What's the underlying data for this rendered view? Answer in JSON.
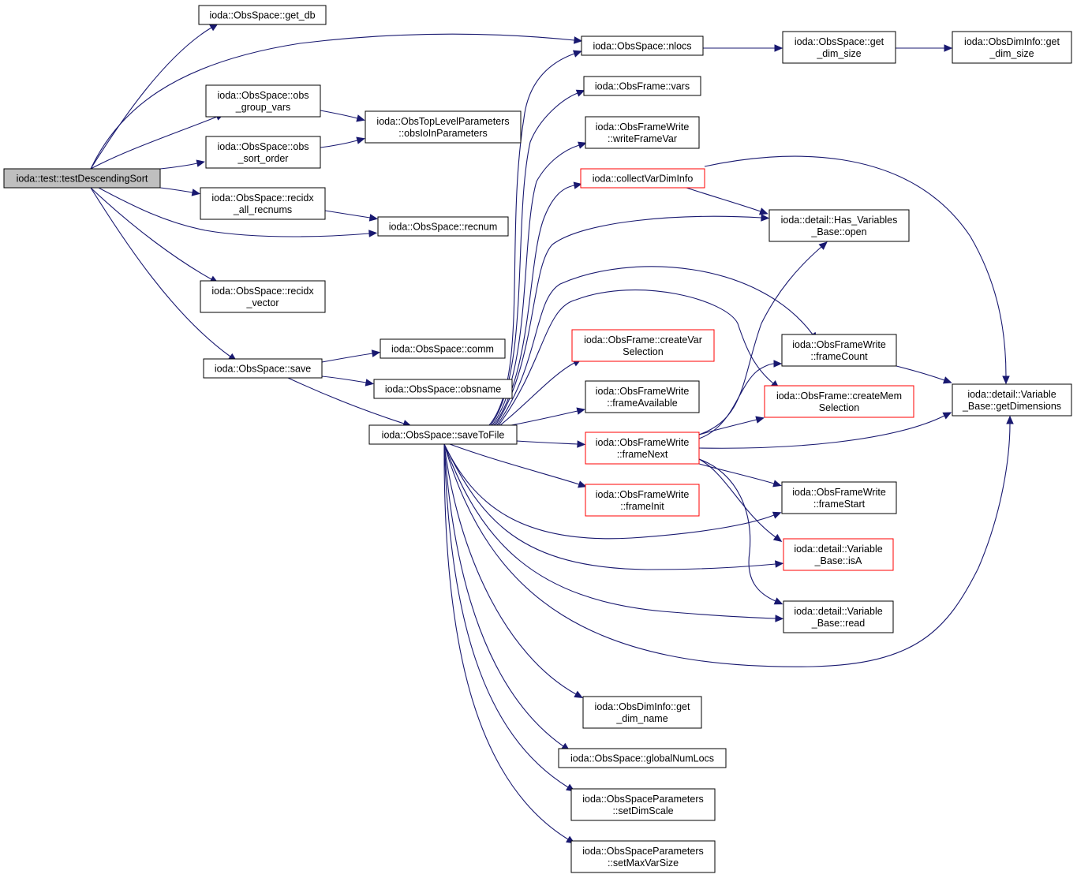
{
  "graph": {
    "title": "",
    "colors": {
      "edge": "#191970",
      "node_border": "#000000",
      "truncated_border": "#ff0000",
      "root_fill": "#bfbfbf"
    },
    "nodes": [
      {
        "id": "root",
        "lines": [
          "ioda::test::testDescendingSort"
        ],
        "root": true
      },
      {
        "id": "get_db",
        "lines": [
          "ioda::ObsSpace::get_db"
        ]
      },
      {
        "id": "nlocs",
        "lines": [
          "ioda::ObsSpace::nlocs"
        ]
      },
      {
        "id": "get_dim_size",
        "lines": [
          "ioda::ObsSpace::get",
          "_dim_size"
        ]
      },
      {
        "id": "dim_get_dim_size",
        "lines": [
          "ioda::ObsDimInfo::get",
          "_dim_size"
        ]
      },
      {
        "id": "obs_group_vars",
        "lines": [
          "ioda::ObsSpace::obs",
          "_group_vars"
        ]
      },
      {
        "id": "obsIoInParameters",
        "lines": [
          "ioda::ObsTopLevelParameters",
          "::obsIoInParameters"
        ]
      },
      {
        "id": "obs_sort_order",
        "lines": [
          "ioda::ObsSpace::obs",
          "_sort_order"
        ]
      },
      {
        "id": "recidx_all_recnums",
        "lines": [
          "ioda::ObsSpace::recidx",
          "_all_recnums"
        ]
      },
      {
        "id": "recnum",
        "lines": [
          "ioda::ObsSpace::recnum"
        ]
      },
      {
        "id": "recidx_vector",
        "lines": [
          "ioda::ObsSpace::recidx",
          "_vector"
        ]
      },
      {
        "id": "save",
        "lines": [
          "ioda::ObsSpace::save"
        ]
      },
      {
        "id": "comm",
        "lines": [
          "ioda::ObsSpace::comm"
        ]
      },
      {
        "id": "obsname",
        "lines": [
          "ioda::ObsSpace::obsname"
        ]
      },
      {
        "id": "saveToFile",
        "lines": [
          "ioda::ObsSpace::saveToFile"
        ]
      },
      {
        "id": "vars",
        "lines": [
          "ioda::ObsFrame::vars"
        ]
      },
      {
        "id": "writeFrameVar",
        "lines": [
          "ioda::ObsFrameWrite",
          "::writeFrameVar"
        ]
      },
      {
        "id": "collectVarDimInfo",
        "lines": [
          "ioda::collectVarDimInfo"
        ],
        "truncated": true
      },
      {
        "id": "open",
        "lines": [
          "ioda::detail::Has_Variables",
          "_Base::open"
        ]
      },
      {
        "id": "createVarSelection",
        "lines": [
          "ioda::ObsFrame::createVar",
          "Selection"
        ],
        "truncated": true
      },
      {
        "id": "frameCount",
        "lines": [
          "ioda::ObsFrameWrite",
          "::frameCount"
        ]
      },
      {
        "id": "frameAvailable",
        "lines": [
          "ioda::ObsFrameWrite",
          "::frameAvailable"
        ]
      },
      {
        "id": "createMemSelection",
        "lines": [
          "ioda::ObsFrame::createMem",
          "Selection"
        ],
        "truncated": true
      },
      {
        "id": "getDimensions",
        "lines": [
          "ioda::detail::Variable",
          "_Base::getDimensions"
        ]
      },
      {
        "id": "frameNext",
        "lines": [
          "ioda::ObsFrameWrite",
          "::frameNext"
        ],
        "truncated": true
      },
      {
        "id": "frameInit",
        "lines": [
          "ioda::ObsFrameWrite",
          "::frameInit"
        ],
        "truncated": true
      },
      {
        "id": "frameStart",
        "lines": [
          "ioda::ObsFrameWrite",
          "::frameStart"
        ]
      },
      {
        "id": "isA",
        "lines": [
          "ioda::detail::Variable",
          "_Base::isA"
        ],
        "truncated": true
      },
      {
        "id": "read",
        "lines": [
          "ioda::detail::Variable",
          "_Base::read"
        ]
      },
      {
        "id": "get_dim_name",
        "lines": [
          "ioda::ObsDimInfo::get",
          "_dim_name"
        ]
      },
      {
        "id": "globalNumLocs",
        "lines": [
          "ioda::ObsSpace::globalNumLocs"
        ]
      },
      {
        "id": "setDimScale",
        "lines": [
          "ioda::ObsSpaceParameters",
          "::setDimScale"
        ]
      },
      {
        "id": "setMaxVarSize",
        "lines": [
          "ioda::ObsSpaceParameters",
          "::setMaxVarSize"
        ]
      }
    ],
    "edges": [
      [
        "root",
        "get_db"
      ],
      [
        "root",
        "nlocs"
      ],
      [
        "root",
        "obs_group_vars"
      ],
      [
        "root",
        "obs_sort_order"
      ],
      [
        "root",
        "recidx_all_recnums"
      ],
      [
        "root",
        "recnum"
      ],
      [
        "root",
        "recidx_vector"
      ],
      [
        "root",
        "save"
      ],
      [
        "nlocs",
        "get_dim_size"
      ],
      [
        "get_dim_size",
        "dim_get_dim_size"
      ],
      [
        "obs_group_vars",
        "obsIoInParameters"
      ],
      [
        "obs_sort_order",
        "obsIoInParameters"
      ],
      [
        "recidx_all_recnums",
        "recnum"
      ],
      [
        "save",
        "comm"
      ],
      [
        "save",
        "obsname"
      ],
      [
        "save",
        "saveToFile"
      ],
      [
        "saveToFile",
        "nlocs"
      ],
      [
        "saveToFile",
        "vars"
      ],
      [
        "saveToFile",
        "writeFrameVar"
      ],
      [
        "saveToFile",
        "collectVarDimInfo"
      ],
      [
        "saveToFile",
        "open"
      ],
      [
        "saveToFile",
        "frameCount"
      ],
      [
        "saveToFile",
        "createMemSelection"
      ],
      [
        "saveToFile",
        "createVarSelection"
      ],
      [
        "saveToFile",
        "frameAvailable"
      ],
      [
        "saveToFile",
        "frameNext"
      ],
      [
        "saveToFile",
        "frameInit"
      ],
      [
        "saveToFile",
        "frameStart"
      ],
      [
        "saveToFile",
        "isA"
      ],
      [
        "saveToFile",
        "read"
      ],
      [
        "saveToFile",
        "getDimensions"
      ],
      [
        "saveToFile",
        "get_dim_name"
      ],
      [
        "saveToFile",
        "globalNumLocs"
      ],
      [
        "saveToFile",
        "setDimScale"
      ],
      [
        "saveToFile",
        "setMaxVarSize"
      ],
      [
        "collectVarDimInfo",
        "open"
      ],
      [
        "collectVarDimInfo",
        "getDimensions"
      ],
      [
        "frameCount",
        "getDimensions"
      ],
      [
        "frameNext",
        "open"
      ],
      [
        "frameNext",
        "frameCount"
      ],
      [
        "frameNext",
        "createMemSelection"
      ],
      [
        "frameNext",
        "getDimensions"
      ],
      [
        "frameNext",
        "frameStart"
      ],
      [
        "frameNext",
        "isA"
      ],
      [
        "frameNext",
        "read"
      ]
    ]
  }
}
